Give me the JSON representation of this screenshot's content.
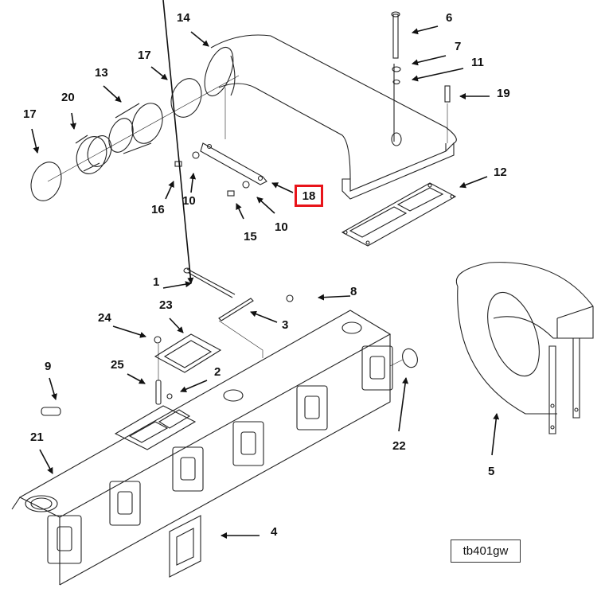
{
  "diagram": {
    "title": "Exhaust manifold exploded parts view",
    "drawing_id": "tb401gw",
    "highlighted_callout": "18",
    "highlight_color": "#e8141a",
    "callouts": [
      {
        "id": "c14",
        "label": "14"
      },
      {
        "id": "c17a",
        "label": "17"
      },
      {
        "id": "c13",
        "label": "13"
      },
      {
        "id": "c20",
        "label": "20"
      },
      {
        "id": "c17b",
        "label": "17"
      },
      {
        "id": "c16",
        "label": "16"
      },
      {
        "id": "c10a",
        "label": "10"
      },
      {
        "id": "c15",
        "label": "15"
      },
      {
        "id": "c10b",
        "label": "10"
      },
      {
        "id": "c6",
        "label": "6"
      },
      {
        "id": "c7",
        "label": "7"
      },
      {
        "id": "c11",
        "label": "11"
      },
      {
        "id": "c19",
        "label": "19"
      },
      {
        "id": "c12",
        "label": "12"
      },
      {
        "id": "c1",
        "label": "1"
      },
      {
        "id": "c8",
        "label": "8"
      },
      {
        "id": "c24",
        "label": "24"
      },
      {
        "id": "c23",
        "label": "23"
      },
      {
        "id": "c3",
        "label": "3"
      },
      {
        "id": "c9",
        "label": "9"
      },
      {
        "id": "c25",
        "label": "25"
      },
      {
        "id": "c2",
        "label": "2"
      },
      {
        "id": "c21",
        "label": "21"
      },
      {
        "id": "c22",
        "label": "22"
      },
      {
        "id": "c5",
        "label": "5"
      },
      {
        "id": "c4",
        "label": "4"
      }
    ]
  }
}
